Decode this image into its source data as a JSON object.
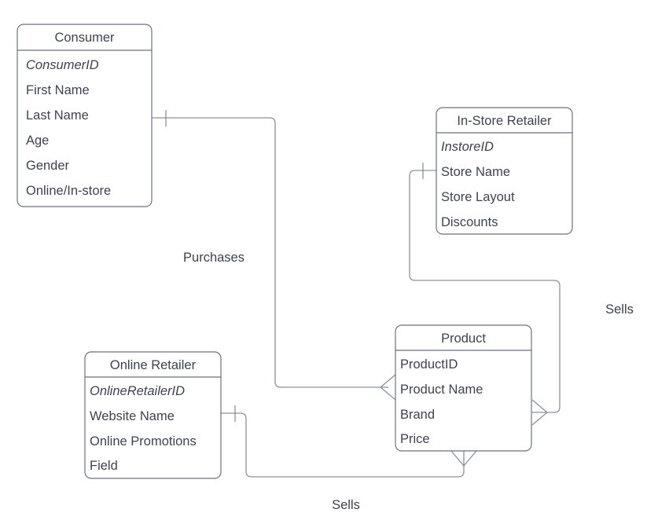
{
  "diagram": {
    "type": "entity-relationship-diagram",
    "notation": "crow's-foot",
    "background_color": "#ffffff",
    "entity_border_color": "#6b7280",
    "connector_color": "#8b90a0",
    "text_color": "#3d4351",
    "entities": [
      {
        "id": "consumer",
        "title": "Consumer",
        "attributes": [
          {
            "label": "ConsumerID",
            "key": true
          },
          {
            "label": "First Name",
            "key": false
          },
          {
            "label": "Last Name",
            "key": false
          },
          {
            "label": "Age",
            "key": false
          },
          {
            "label": "Gender",
            "key": false
          },
          {
            "label": "Online/In-store",
            "key": false
          }
        ]
      },
      {
        "id": "instore-retailer",
        "title": "In-Store Retailer",
        "attributes": [
          {
            "label": "InstoreID",
            "key": true
          },
          {
            "label": "Store Name",
            "key": false
          },
          {
            "label": "Store Layout",
            "key": false
          },
          {
            "label": "Discounts",
            "key": false
          }
        ]
      },
      {
        "id": "online-retailer",
        "title": "Online Retailer",
        "attributes": [
          {
            "label": "OnlineRetailerID",
            "key": true
          },
          {
            "label": "Website Name",
            "key": false
          },
          {
            "label": "Online Promotions",
            "key": false
          },
          {
            "label": "Field",
            "key": false
          }
        ]
      },
      {
        "id": "product",
        "title": "Product",
        "attributes": [
          {
            "label": "ProductID",
            "key": false
          },
          {
            "label": "Product Name",
            "key": false
          },
          {
            "label": "Brand",
            "key": false
          },
          {
            "label": "Price",
            "key": false
          }
        ]
      }
    ],
    "relationships": [
      {
        "id": "purchases",
        "label": "Purchases",
        "from": "Consumer",
        "to": "Product",
        "from_cardinality": "one",
        "to_cardinality": "many"
      },
      {
        "id": "sells-instore",
        "label": "Sells",
        "from": "In-Store Retailer",
        "to": "Product",
        "from_cardinality": "one",
        "to_cardinality": "many"
      },
      {
        "id": "sells-online",
        "label": "Sells",
        "from": "Online Retailer",
        "to": "Product",
        "from_cardinality": "one",
        "to_cardinality": "many"
      }
    ]
  }
}
